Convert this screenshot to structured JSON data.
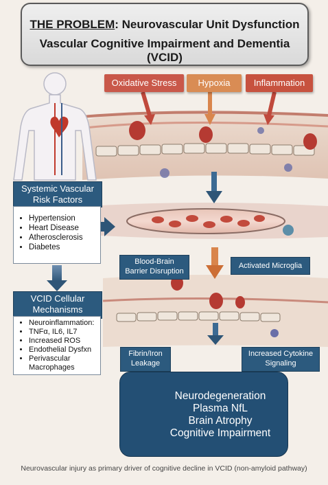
{
  "title": {
    "prefix": "THE PROBLEM",
    "line1_rest": ": Neurovascular Unit Dysfunction",
    "line2": "Vascular Cognitive Impairment and Dementia (VCID)"
  },
  "causes": {
    "oxidative_stress": "Oxidative Stress",
    "hypoxia": "Hypoxia",
    "inflammation": "Inflammation"
  },
  "risk_factors": {
    "header_line1": "Systemic Vascular",
    "header_line2": "Risk Factors",
    "items": [
      "Hypertension",
      "Heart Disease",
      "Atherosclerosis",
      "Diabetes"
    ]
  },
  "mechanisms": {
    "header_line1": "VCID Cellular",
    "header_line2": "Mechanisms",
    "items": [
      "Neuroinflammation:",
      "TNFα, IL6, IL7",
      "Increased ROS",
      "Endothelial Dysfxn",
      "Perivascular",
      "Macrophages"
    ]
  },
  "labels": {
    "bbb_line1": "Blood-Brain",
    "bbb_line2": "Barrier Disruption",
    "microglia": "Activated Microglia",
    "fibrin_line1": "Fibrin/Iron",
    "fibrin_line2": "Leakage",
    "cytokine_line1": "Increased Cytokine",
    "cytokine_line2": "Signaling"
  },
  "outcomes": [
    "Neurodegeneration",
    "Plasma NfL",
    "Brain Atrophy",
    "Cognitive Impairment"
  ],
  "caption": "Neurovascular injury as primary driver of cognitive decline in VCID (non-amyloid pathway)",
  "colors": {
    "dark_blue": "#2c5a7e",
    "oxidative": "#c9584a",
    "hypoxia": "#d98c54",
    "inflammation": "#c7523f"
  }
}
